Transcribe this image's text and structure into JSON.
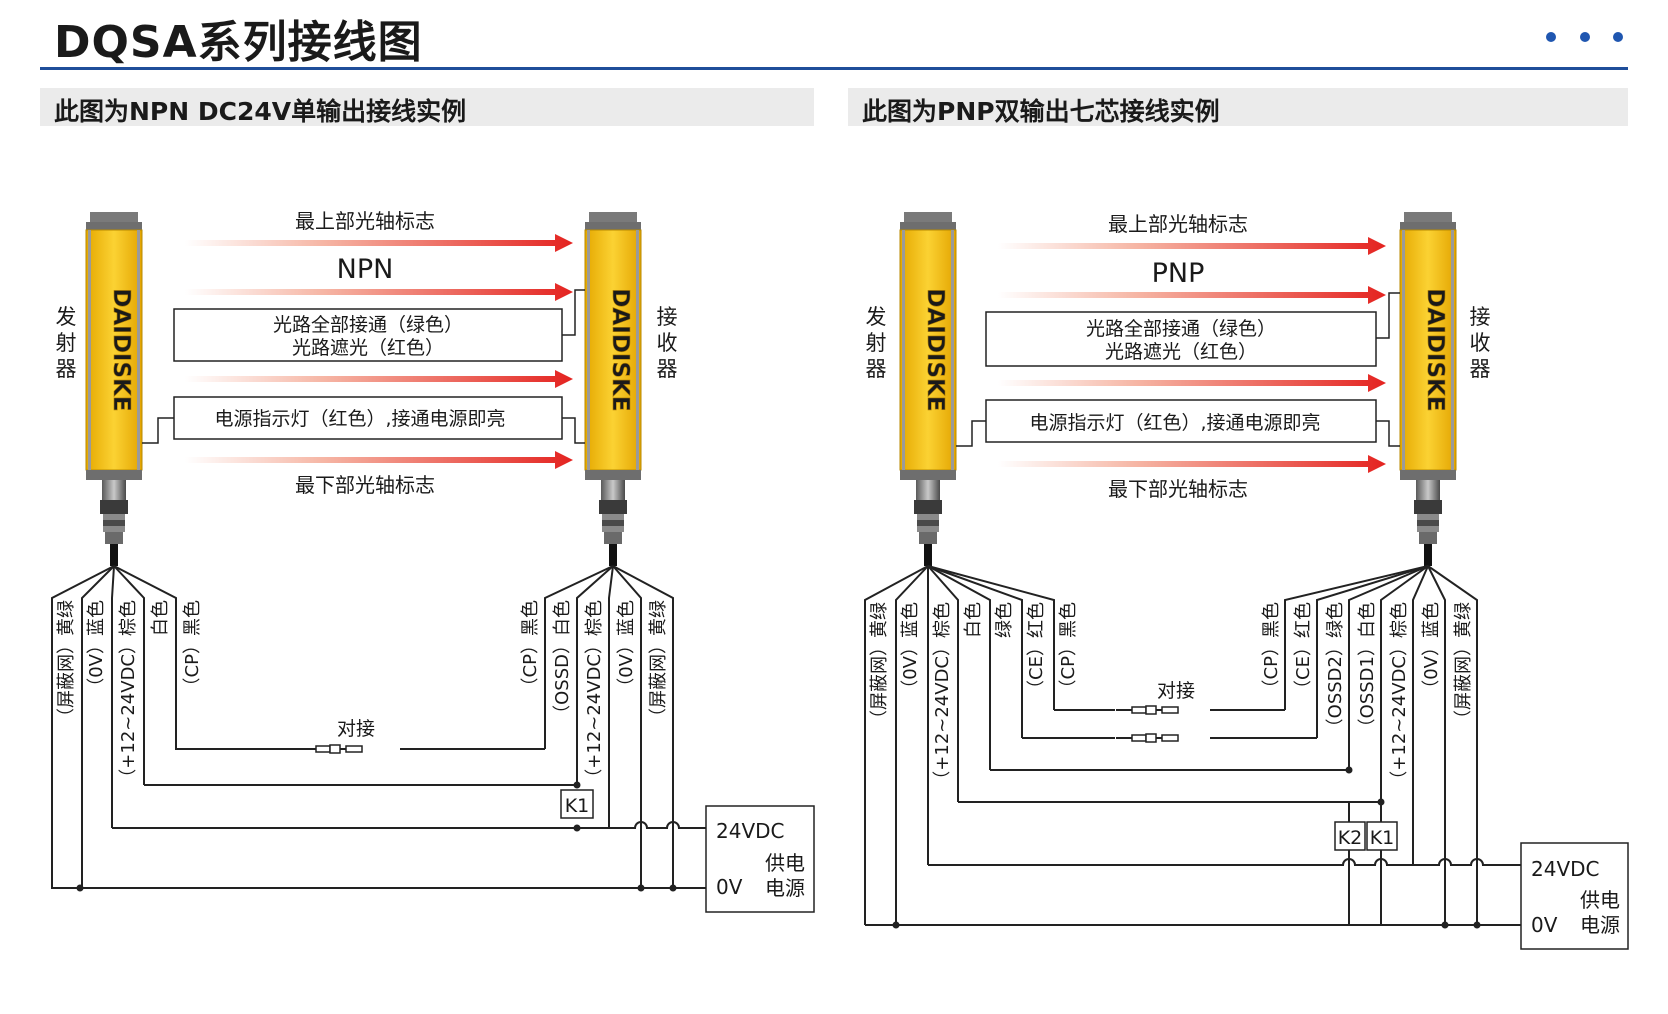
{
  "header": {
    "title": "DQSA系列接线图",
    "dots": [
      "•",
      "•",
      "•"
    ]
  },
  "colors": {
    "accent": "#1f4e9a",
    "sensor_yellow": "#f7c413",
    "arrow_red": "#e42320",
    "band_gray": "#ebebeb"
  },
  "left": {
    "section_title": "此图为NPN DC24V单输出接线实例",
    "emitter_label": [
      "发",
      "射",
      "器"
    ],
    "receiver_label": [
      "接",
      "收",
      "器"
    ],
    "brand": "DAIDISKE",
    "top_axis": "最上部光轴标志",
    "mode": "NPN",
    "box_status_1": "光路全部接通（绿色）",
    "box_status_2": "光路遮光（红色）",
    "box_power": "电源指示灯（红色）,接通电源即亮",
    "bottom_axis": "最下部光轴标志",
    "emitter_wires": [
      "（屏蔽网）黄绿",
      "（0V）蓝色",
      "（+12~24VDC）棕色",
      "白色",
      "（CP）黑色"
    ],
    "receiver_wires": [
      "（CP）黑色",
      "（OSSD）白色",
      "（+12~24VDC）棕色",
      "（0V）蓝色",
      "（屏蔽网）黄绿"
    ],
    "connect": "对接",
    "relay": "K1",
    "supply_24v": "24VDC",
    "supply_0v": "0V",
    "supply_name_1": "供电",
    "supply_name_2": "电源"
  },
  "right": {
    "section_title": "此图为PNP双输出七芯接线实例",
    "emitter_label": [
      "发",
      "射",
      "器"
    ],
    "receiver_label": [
      "接",
      "收",
      "器"
    ],
    "brand": "DAIDISKE",
    "top_axis": "最上部光轴标志",
    "mode": "PNP",
    "box_status_1": "光路全部接通（绿色）",
    "box_status_2": "光路遮光（红色）",
    "box_power": "电源指示灯（红色）,接通电源即亮",
    "bottom_axis": "最下部光轴标志",
    "emitter_wires": [
      "（屏蔽网）黄绿",
      "（0V）蓝色",
      "（+12~24VDC）棕色",
      "白色",
      "绿色",
      "（CE）红色",
      "（CP）黑色"
    ],
    "receiver_wires": [
      "（CP）黑色",
      "（CE）红色",
      "（OSSD2）绿色",
      "（OSSD1）白色",
      "（+12~24VDC）棕色",
      "（0V）蓝色",
      "（屏蔽网）黄绿"
    ],
    "connect": "对接",
    "relay_1": "K2",
    "relay_2": "K1",
    "supply_24v": "24VDC",
    "supply_0v": "0V",
    "supply_name_1": "供电",
    "supply_name_2": "电源"
  }
}
